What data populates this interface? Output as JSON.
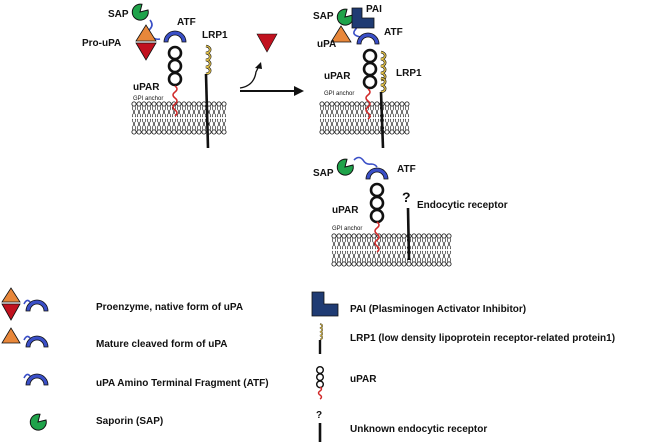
{
  "panels": {
    "left": {
      "sap": "SAP",
      "atf": "ATF",
      "pro_upa": "Pro-uPA",
      "lrp1": "LRP1",
      "upar": "uPAR",
      "gpi": "GPI anchor"
    },
    "right": {
      "sap": "SAP",
      "pai": "PAI",
      "upa": "uPA",
      "atf": "ATF",
      "lrp1": "LRP1",
      "upar": "uPAR",
      "gpi": "GPI anchor"
    },
    "bottom": {
      "sap": "SAP",
      "atf": "ATF",
      "upar": "uPAR",
      "question": "?",
      "endocytic": "Endocytic receptor",
      "gpi": "GPI anchor"
    }
  },
  "legend": {
    "left": [
      "Proenzyme, native form of uPA",
      "Mature cleaved form of uPA",
      "uPA Amino Terminal Fragment (ATF)",
      "Saporin (SAP)"
    ],
    "right": [
      "PAI (Plasminogen Activator Inhibitor)",
      "LRP1 (low density lipoprotein receptor-related  protein1)",
      "uPAR",
      "Unknown endocytic receptor"
    ],
    "question_mark": "?"
  },
  "colors": {
    "sap_green": "#1fa34a",
    "atf_blue": "#3a4fc7",
    "pro_orange": "#e8873a",
    "pro_red": "#c1121f",
    "pai_navy": "#1f3b73",
    "lrp_yellow": "#e3c24a",
    "anchor_red": "#d12a2a"
  }
}
